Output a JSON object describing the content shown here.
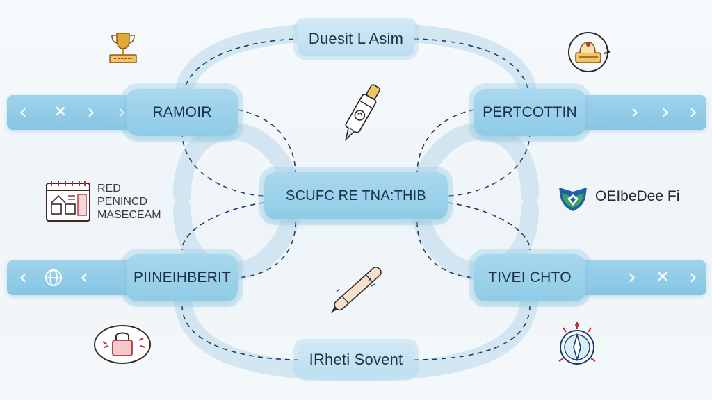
{
  "nodes": {
    "top": "Duesit L Asim",
    "left_upper": "RAMOIR",
    "right_upper": "PERTCOTTIN",
    "center": "SCUFC RE TNA:THIB",
    "left_lower": "PIINEIHBERIT",
    "right_lower": "TIVEI CHTO",
    "bottom": "IRheti Sovent"
  },
  "side_labels": {
    "left_block": [
      "RED",
      "PENINCD",
      "MASECEAM"
    ],
    "right_brand": "OEIbeDee Fi"
  },
  "icons": [
    "trophy-icon",
    "scroll-icon",
    "pipette-icon",
    "calendar-board-icon",
    "shield-logo-icon",
    "pen-icon",
    "lock-icon",
    "compass-icon"
  ],
  "colors": {
    "node_fill": "#8fcbe6",
    "ring": "#cfe4f1",
    "dashed_line": "#1f3a66",
    "text": "#1d2f4a",
    "brand_blue": "#1f5fa8",
    "brand_green": "#3aa65a",
    "accent_red": "#b3323a",
    "gold": "#c98f1e"
  }
}
